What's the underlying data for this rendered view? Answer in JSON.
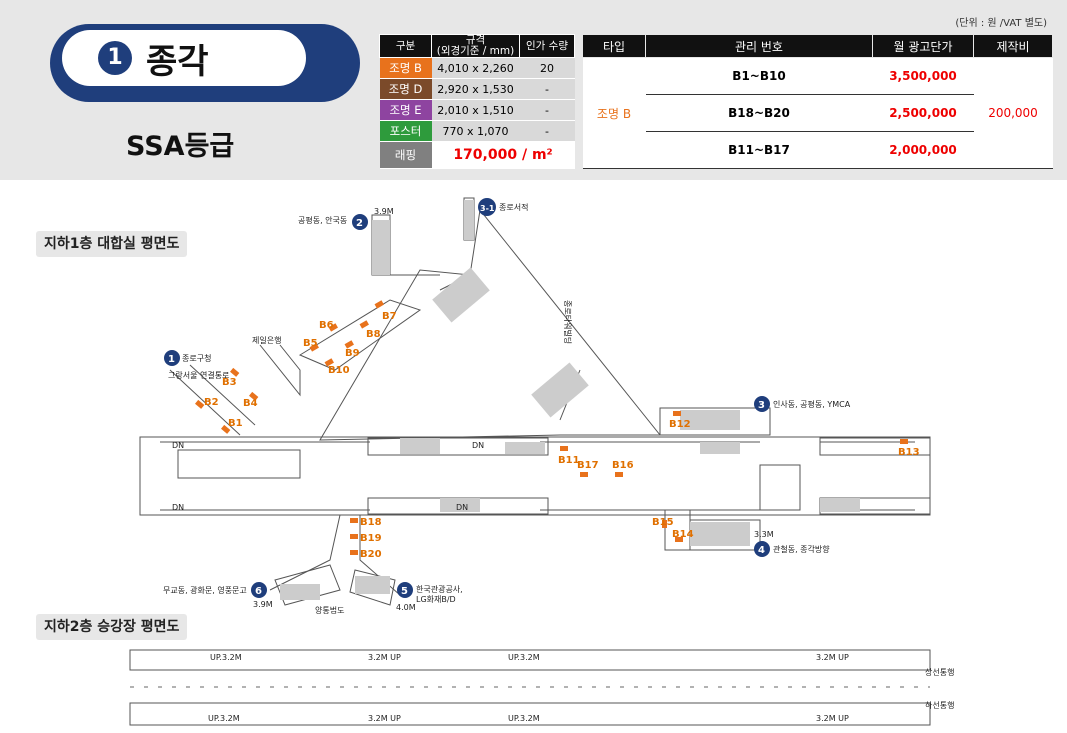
{
  "station": {
    "number": "1",
    "name": "종각",
    "grade": "SSA등급"
  },
  "unit_note": "(단위 : 원 /VAT 별도)",
  "spec_table": {
    "headers": [
      "구분",
      "규격\n(외경기준 / mm)",
      "인가 수량"
    ],
    "rows": [
      {
        "type": "조명 B",
        "size": "4,010 x 2,260",
        "qty": "20",
        "color": "#e8721c"
      },
      {
        "type": "조명 D",
        "size": "2,920 x 1,530",
        "qty": "-",
        "color": "#7b4a2a"
      },
      {
        "type": "조명 E",
        "size": "2,010 x 1,510",
        "qty": "-",
        "color": "#8e44a0"
      },
      {
        "type": "포스터",
        "size": "770 x 1,070",
        "qty": "-",
        "color": "#2e9b3c"
      }
    ],
    "wrap": {
      "label": "래핑",
      "price": "170,000 / m²",
      "color": "#808080"
    }
  },
  "price_table": {
    "headers": [
      "타입",
      "관리 번호",
      "월 광고단가",
      "제작비"
    ],
    "type": "조명 B",
    "rows": [
      {
        "id": "B1~B10",
        "price": "3,500,000"
      },
      {
        "id": "B18~B20",
        "price": "2,500,000"
      },
      {
        "id": "B11~B17",
        "price": "2,000,000"
      }
    ],
    "production": "200,000"
  },
  "sections": {
    "b1": "지하1층 대합실 평면도",
    "b2": "지하2층 승강장 평면도"
  },
  "map": {
    "exits": [
      {
        "num": "1",
        "label": "종로구청",
        "sub": "그랑서울 연결통로"
      },
      {
        "num": "2",
        "label": "공평동, 안국동",
        "sub": "3.9M"
      },
      {
        "num": "3-1",
        "label": "종로서적",
        "sub": ""
      },
      {
        "num": "3",
        "label": "인사동, 공평동, YMCA",
        "sub": ""
      },
      {
        "num": "4",
        "label": "관철동, 종각방향",
        "sub": "3.3M"
      },
      {
        "num": "5",
        "label": "한국관광공사,",
        "sub": "LG화재B/D",
        "height": "4.0M"
      },
      {
        "num": "6",
        "label": "무교동, 광화문, 영풍문고",
        "sub": "3.9M"
      }
    ],
    "buildings": {
      "bank": "제일은행",
      "tower": "종로타워빌딩",
      "underpass": "양통법도"
    },
    "boards": [
      "B1",
      "B2",
      "B3",
      "B4",
      "B5",
      "B6",
      "B7",
      "B8",
      "B9",
      "B10",
      "B11",
      "B12",
      "B13",
      "B14",
      "B15",
      "B16",
      "B17",
      "B18",
      "B19",
      "B20"
    ],
    "dn": "DN",
    "platform_up": "UP.3.2M",
    "platform_up2": "3.2M UP",
    "track_up": "상선통행",
    "track_down": "하선통행"
  }
}
